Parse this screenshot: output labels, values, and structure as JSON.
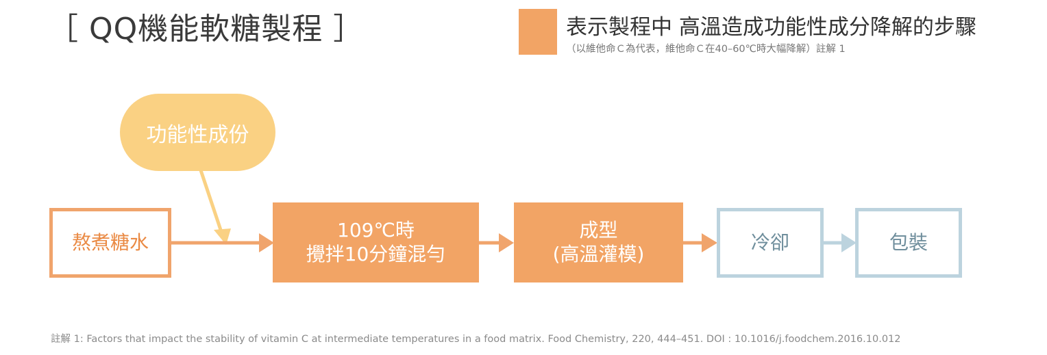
{
  "title": "［ QQ機能軟糖製程 ］",
  "legend": {
    "swatch_color": "#f2a465",
    "main": "表示製程中 高溫造成功能性成分降解的步驟",
    "sub": "（以維他命Ｃ為代表，維他命Ｃ在40–60℃時大幅降解）註解 1"
  },
  "ingredient": {
    "label": "功能性成份",
    "color": "#fad183"
  },
  "steps": [
    {
      "id": "boil",
      "lines": [
        "熬煮糖水"
      ]
    },
    {
      "id": "mix",
      "lines": [
        "109℃時",
        "攪拌10分鐘混勻"
      ]
    },
    {
      "id": "mold",
      "lines": [
        "成型",
        "(高溫灌模)"
      ]
    },
    {
      "id": "cool",
      "lines": [
        "冷卻"
      ]
    },
    {
      "id": "pack",
      "lines": [
        "包裝"
      ]
    }
  ],
  "colors": {
    "orange": "#f2a465",
    "orange_text": "#ea8a44",
    "yellow": "#fad183",
    "blue_border": "#bcd3de",
    "blue_text": "#6f8e9c"
  },
  "footnote": "註解 1: Factors that impact the stability of vitamin C at intermediate temperatures in a food matrix. Food Chemistry, 220, 444–451. DOI : 10.1016/j.foodchem.2016.10.012"
}
